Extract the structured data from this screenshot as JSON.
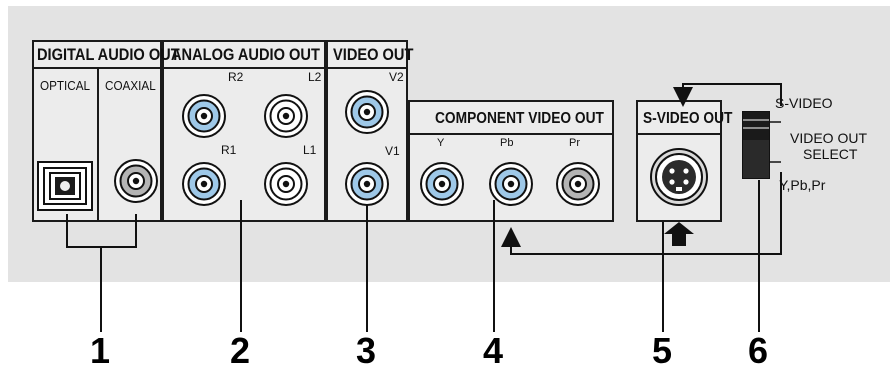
{
  "sections": {
    "digital_audio": {
      "title": "DIGITAL AUDIO OUT",
      "optical": "OPTICAL",
      "coaxial": "COAXIAL"
    },
    "analog_audio": {
      "title": "ANALOG AUDIO OUT",
      "r2": "R2",
      "l2": "L2",
      "r1": "R1",
      "l1": "L1"
    },
    "video_out": {
      "title": "VIDEO OUT",
      "v2": "V2",
      "v1": "V1"
    },
    "component": {
      "title": "COMPONENT VIDEO OUT",
      "y": "Y",
      "pb": "Pb",
      "pr": "Pr"
    },
    "svideo": {
      "title": "S-VIDEO OUT"
    }
  },
  "switch": {
    "top": "S-VIDEO",
    "select_line1": "VIDEO OUT",
    "select_line2": "SELECT",
    "bottom": "Y,Pb,Pr"
  },
  "callouts": [
    "1",
    "2",
    "3",
    "4",
    "5",
    "6"
  ],
  "colors": {
    "blue_jack": "#9ec8e8",
    "white_jack": "#ffffff",
    "gray_jack": "#b4b4b4",
    "panel": "#e3e3e3"
  }
}
